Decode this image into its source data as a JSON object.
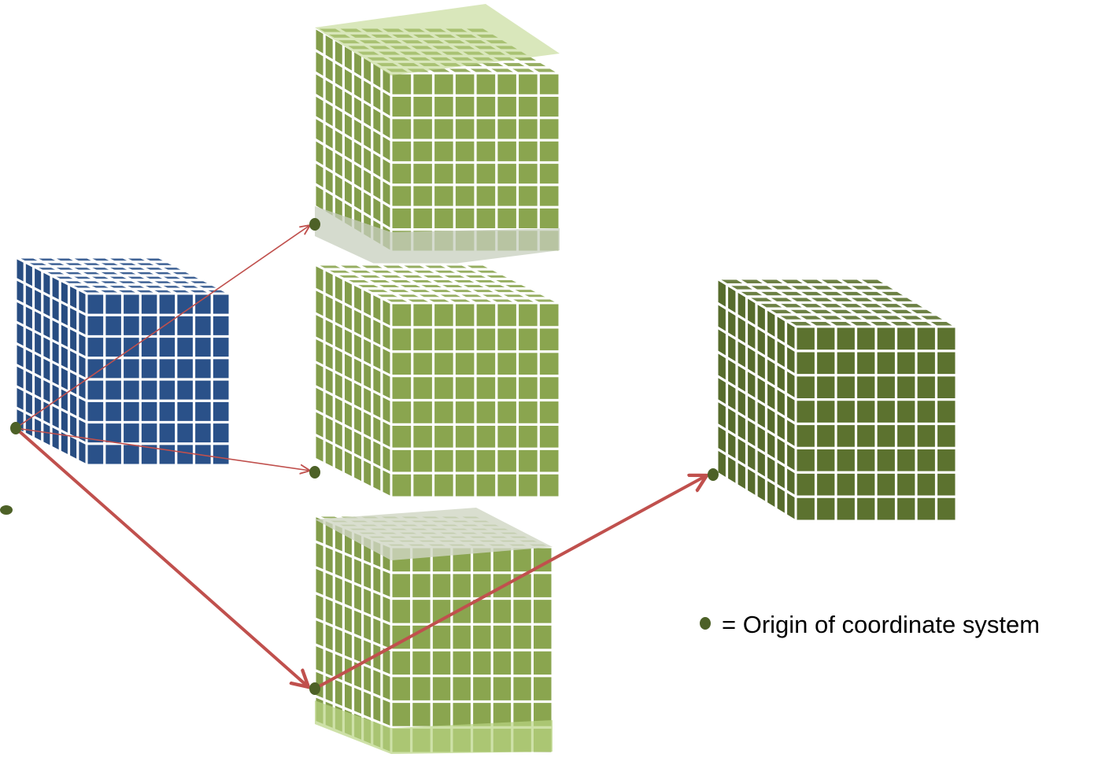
{
  "legend": {
    "text": "= Origin of coordinate system"
  },
  "grid_divisions": 8,
  "colors": {
    "blue_cube": "#2a5189",
    "light_green_cube": "#8aa54f",
    "light_green_pale": "#b9d483",
    "dark_green_cube": "#5c722f",
    "origin_marker": "#4d6127",
    "arrow": "#c0504d",
    "grid_line": "#ffffff"
  },
  "cubes": [
    {
      "id": "source-blue",
      "color": "blue_cube"
    },
    {
      "id": "green-top",
      "color": "light_green_cube"
    },
    {
      "id": "green-middle",
      "color": "light_green_cube"
    },
    {
      "id": "green-bottom",
      "color": "light_green_cube"
    },
    {
      "id": "result-dark-green",
      "color": "dark_green_cube"
    }
  ],
  "arrows": [
    {
      "from": "source-blue",
      "to": "green-top",
      "weight": "thin"
    },
    {
      "from": "source-blue",
      "to": "green-middle",
      "weight": "thin"
    },
    {
      "from": "source-blue",
      "to": "green-bottom",
      "weight": "thick"
    },
    {
      "from": "green-bottom",
      "to": "result-dark-green",
      "weight": "thick"
    }
  ]
}
